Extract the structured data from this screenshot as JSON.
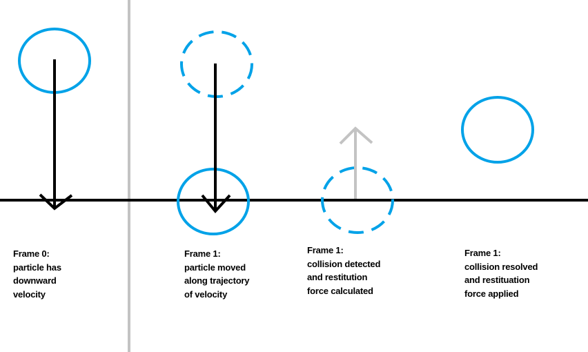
{
  "colors": {
    "particle": "#00a2e8",
    "ground": "#000000",
    "divider": "#c3c3c3",
    "velocity_arrow": "#000000",
    "force_arrow": "#c3c3c3"
  },
  "captions": [
    {
      "lines": [
        "Frame 0:",
        "particle has",
        "downward",
        "velocity"
      ]
    },
    {
      "lines": [
        "Frame 1:",
        "particle moved",
        "along trajectory",
        "of velocity"
      ]
    },
    {
      "lines": [
        "Frame 1:",
        "collision detected",
        "and restitution",
        "force calculated"
      ]
    },
    {
      "lines": [
        "Frame 1:",
        "collision resolved",
        "and restituation",
        "force applied"
      ]
    }
  ]
}
